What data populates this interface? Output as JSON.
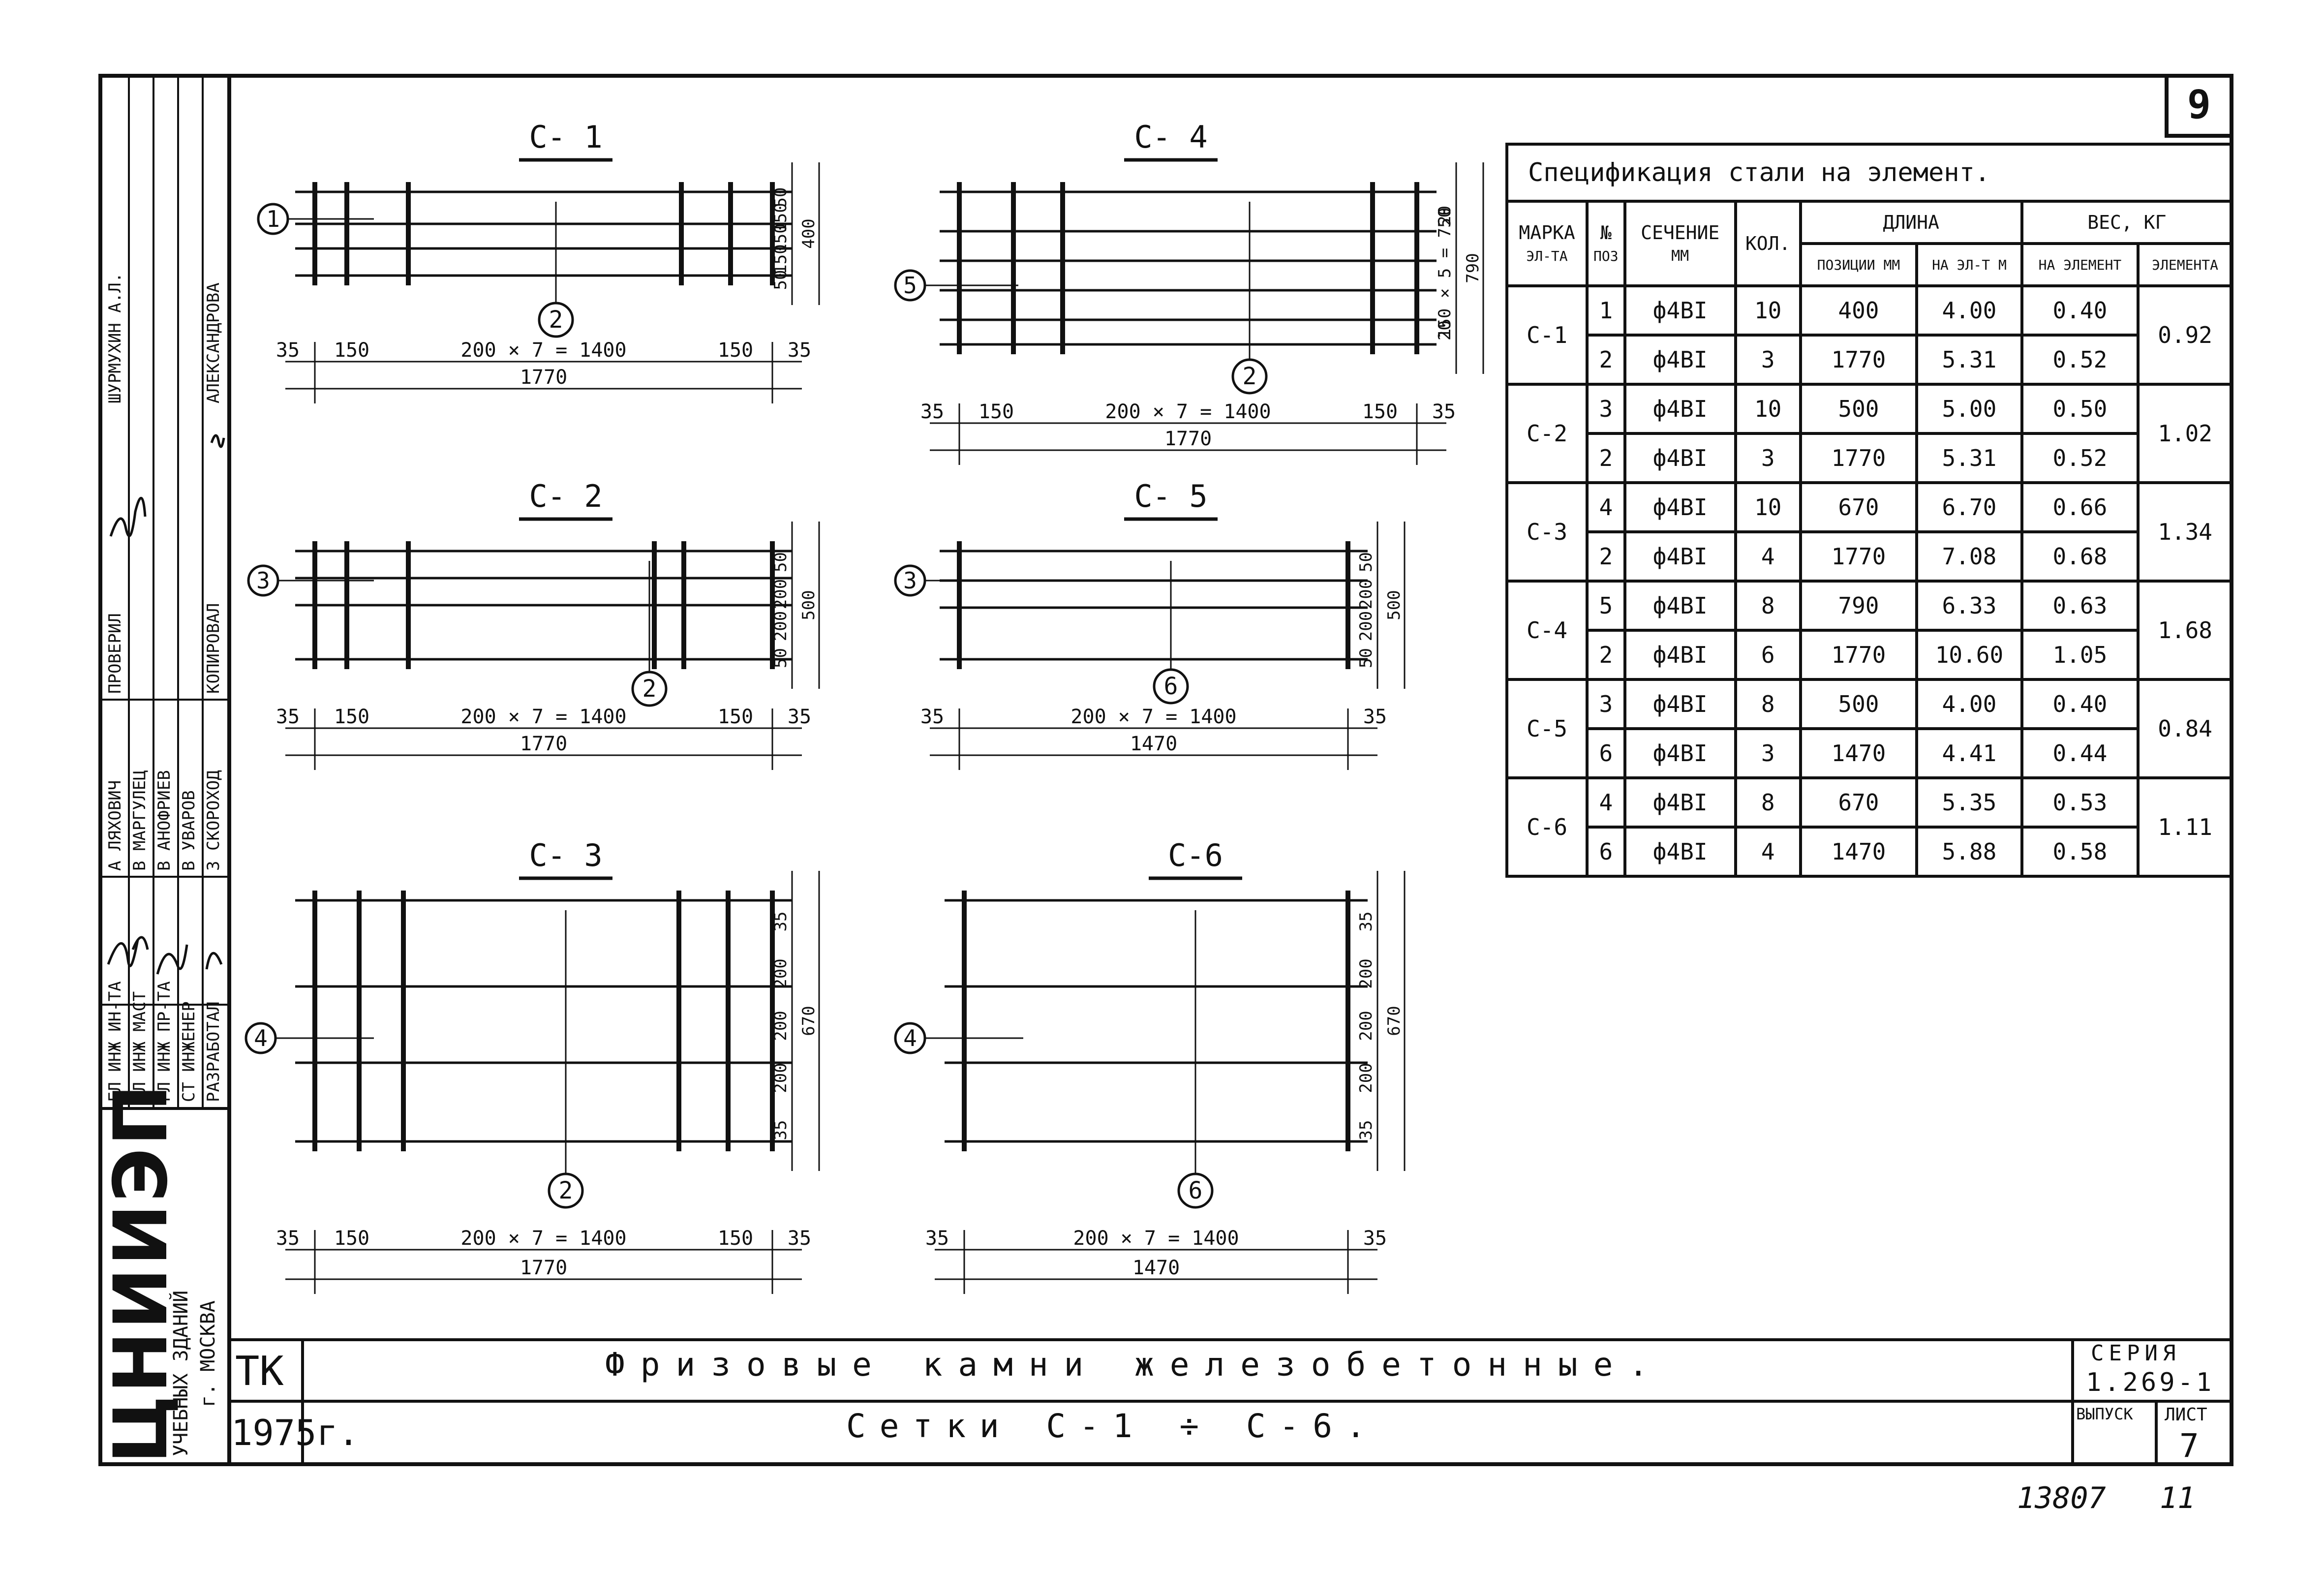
{
  "sheet_number": "9",
  "institute": {
    "name": "ЦНИИЭП",
    "line2": "УЧЕБНЫХ ЗДАНИЙ",
    "line3": "г. МОСКВА"
  },
  "stamp": {
    "roles": [
      "ГЛ ИНЖ ИН-ТА",
      "ГЛ ИНЖ МАСТ",
      "ГЛ ИНЖ ПР-ТА",
      "СТ ИНЖЕНЕР",
      "РАЗРАБОТАЛ"
    ],
    "names": [
      "А ЛЯХОВИЧ",
      "В МАРГУЛЕЦ",
      "В АНОФРИЕВ",
      "В УВАРОВ",
      "З СКОРОХОД"
    ],
    "checked_label": "ПРОВЕРИЛ",
    "checked_name": "ШУРМУХИН А.Л.",
    "copied_label": "КОПИРОВАЛ",
    "copied_name": "АЛЕКСАНДРОВА"
  },
  "drawings": [
    {
      "id": "c1",
      "title": "С- 1",
      "pos_left": "1",
      "pos_bottom": "2",
      "span": "200 × 7 = 1400",
      "end": "35",
      "edge": "150",
      "total": "1770",
      "vdims": [
        "50",
        "150",
        "150",
        "150",
        "50"
      ],
      "vtotal": "400"
    },
    {
      "id": "c4",
      "title": "С- 4",
      "pos_left": "5",
      "pos_bottom": "2",
      "span": "200 × 7 = 1400",
      "end": "35",
      "edge": "150",
      "total": "1770",
      "vdims": [
        "20",
        "150 × 5 = 750",
        "20"
      ],
      "vtotal": "790"
    },
    {
      "id": "c2",
      "title": "С- 2",
      "pos_left": "3",
      "pos_bottom": "2",
      "span": "200 × 7 = 1400",
      "end": "35",
      "edge": "150",
      "total": "1770",
      "vdims": [
        "50",
        "200",
        "200",
        "50"
      ],
      "vtotal": "500"
    },
    {
      "id": "c5",
      "title": "С- 5",
      "pos_left": "3",
      "pos_bottom": "6",
      "span": "200 × 7 = 1400",
      "end": "35",
      "edge": "",
      "total": "1470",
      "vdims": [
        "50",
        "200",
        "200",
        "50"
      ],
      "vtotal": "500"
    },
    {
      "id": "c3",
      "title": "С- 3",
      "pos_left": "4",
      "pos_bottom": "2",
      "span": "200 × 7 = 1400",
      "end": "35",
      "edge": "150",
      "total": "1770",
      "vdims": [
        "35",
        "200",
        "200",
        "200",
        "35"
      ],
      "vtotal": "670"
    },
    {
      "id": "c6",
      "title": "С-6",
      "pos_left": "4",
      "pos_bottom": "6",
      "span": "200 × 7 = 1400",
      "end": "35",
      "edge": "",
      "total": "1470",
      "vdims": [
        "35",
        "200",
        "200",
        "200",
        "35"
      ],
      "vtotal": "670"
    }
  ],
  "spec": {
    "title": "Спецификация стали на элемент.",
    "headers": {
      "mark": "МАРКА",
      "mark2": "ЭЛ-ТА",
      "pos": "№",
      "pos2": "ПОЗ",
      "section": "СЕЧЕНИЕ",
      "section2": "ММ",
      "qty": "КОЛ.",
      "length": "ДЛИНА",
      "len_pos": "ПОЗИЦИИ ММ",
      "len_el": "НА ЭЛ-Т М",
      "weight": "ВЕС, КГ",
      "w_el": "НА ЭЛЕМЕНТ",
      "w_total": "ЭЛЕМЕНТА"
    },
    "rows": [
      {
        "mark": "С-1",
        "total": "0.92",
        "items": [
          {
            "pos": "1",
            "section": "ф4ВI",
            "qty": "10",
            "len_mm": "400",
            "len_m": "4.00",
            "weight": "0.40"
          },
          {
            "pos": "2",
            "section": "ф4ВI",
            "qty": "3",
            "len_mm": "1770",
            "len_m": "5.31",
            "weight": "0.52"
          }
        ]
      },
      {
        "mark": "С-2",
        "total": "1.02",
        "items": [
          {
            "pos": "3",
            "section": "ф4ВI",
            "qty": "10",
            "len_mm": "500",
            "len_m": "5.00",
            "weight": "0.50"
          },
          {
            "pos": "2",
            "section": "ф4ВI",
            "qty": "3",
            "len_mm": "1770",
            "len_m": "5.31",
            "weight": "0.52"
          }
        ]
      },
      {
        "mark": "С-3",
        "total": "1.34",
        "items": [
          {
            "pos": "4",
            "section": "ф4ВI",
            "qty": "10",
            "len_mm": "670",
            "len_m": "6.70",
            "weight": "0.66"
          },
          {
            "pos": "2",
            "section": "ф4ВI",
            "qty": "4",
            "len_mm": "1770",
            "len_m": "7.08",
            "weight": "0.68"
          }
        ]
      },
      {
        "mark": "С-4",
        "total": "1.68",
        "items": [
          {
            "pos": "5",
            "section": "ф4ВI",
            "qty": "8",
            "len_mm": "790",
            "len_m": "6.33",
            "weight": "0.63"
          },
          {
            "pos": "2",
            "section": "ф4ВI",
            "qty": "6",
            "len_mm": "1770",
            "len_m": "10.60",
            "weight": "1.05"
          }
        ]
      },
      {
        "mark": "С-5",
        "total": "0.84",
        "items": [
          {
            "pos": "3",
            "section": "ф4ВI",
            "qty": "8",
            "len_mm": "500",
            "len_m": "4.00",
            "weight": "0.40"
          },
          {
            "pos": "6",
            "section": "ф4ВI",
            "qty": "3",
            "len_mm": "1470",
            "len_m": "4.41",
            "weight": "0.44"
          }
        ]
      },
      {
        "mark": "С-6",
        "total": "1.11",
        "items": [
          {
            "pos": "4",
            "section": "ф4ВI",
            "qty": "8",
            "len_mm": "670",
            "len_m": "5.35",
            "weight": "0.53"
          },
          {
            "pos": "6",
            "section": "ф4ВI",
            "qty": "4",
            "len_mm": "1470",
            "len_m": "5.88",
            "weight": "0.58"
          }
        ]
      }
    ]
  },
  "title_block": {
    "code": "ТК",
    "year": "1975г.",
    "title_main": "Фризовые камни железобетонные.",
    "title_sub": "Сетки С-1 ÷ С-6.",
    "series_label": "СЕРИЯ",
    "series_value": "1.269-1",
    "issue_label": "ВЫПУСК",
    "sheet_label": "ЛИСТ",
    "sheet_value": "7"
  },
  "footer_number": "13807",
  "footer_mark": "11"
}
